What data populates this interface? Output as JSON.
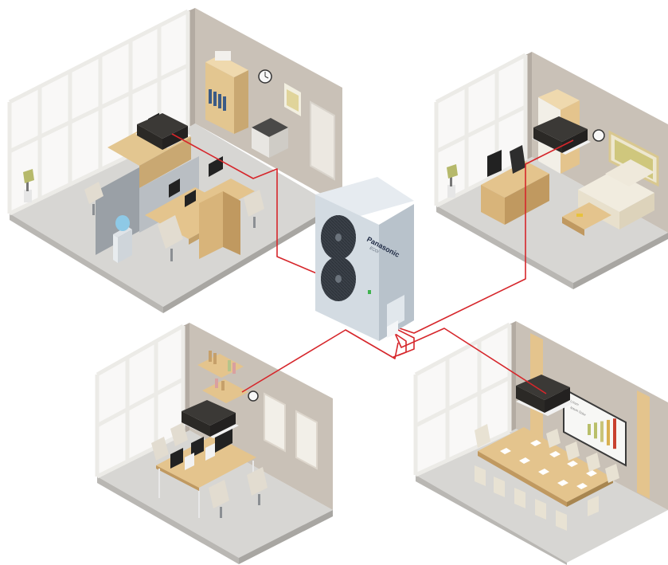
{
  "outdoor_unit": {
    "brand": "Panasonic",
    "series": "ECOi"
  },
  "meeting_room_chart": {
    "label_1": "Lorem",
    "label_2": "Ipsum Dolor"
  },
  "colors": {
    "refrigerant_pipe": "#d6262b",
    "wall": "#c9c1b7",
    "floor": "#d7d6d3",
    "window_frame": "#f1efea",
    "indoor_unit": "#2b2926",
    "outdoor_unit": "#d3dbe2",
    "furniture_wood": "#e4c48d"
  }
}
